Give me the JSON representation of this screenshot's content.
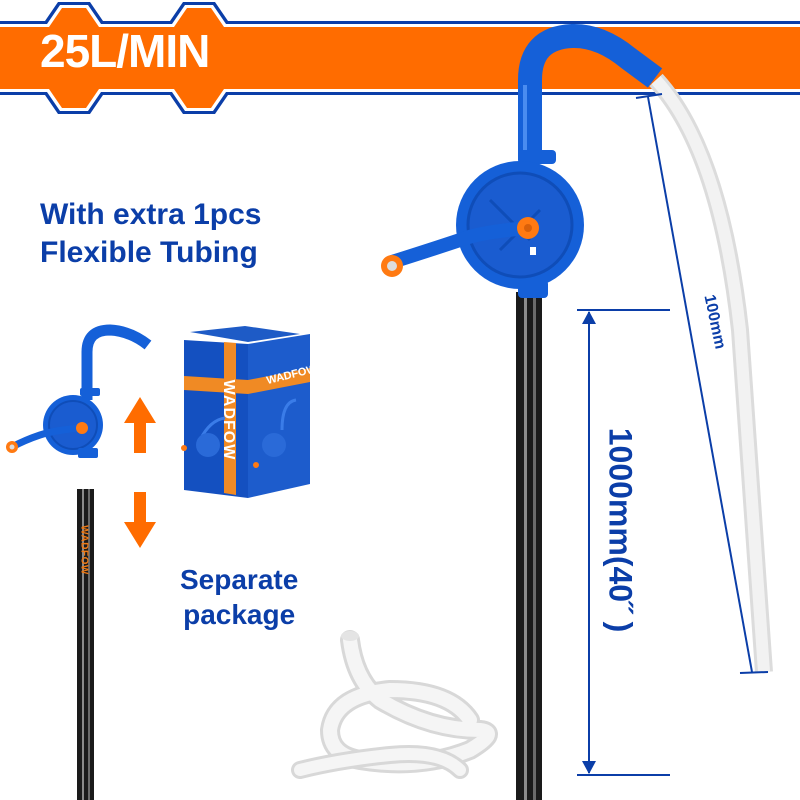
{
  "banner": {
    "title": "25L/MIN",
    "color_orange": "#ff6c00",
    "color_blue": "#0b3ea8"
  },
  "headline": {
    "line1": "With extra 1pcs",
    "line2": "Flexible Tubing"
  },
  "package_note": {
    "line1": "Separate",
    "line2": "package"
  },
  "box": {
    "brand_vertical": "WADFOW",
    "brand_horizontal": "WADFOW"
  },
  "rod": {
    "brand": "WADFOW"
  },
  "dimensions": {
    "rod_length": "1000mm(40˝ )",
    "tube_length": "100mm"
  },
  "icons": {
    "arrow_up": "arrow-up-icon",
    "arrow_down": "arrow-down-icon"
  },
  "colors": {
    "pump_blue": "#1560d8",
    "accent_orange": "#ff7a12",
    "text_blue": "#0b3ea8",
    "rod_black": "#1a1a1a"
  }
}
